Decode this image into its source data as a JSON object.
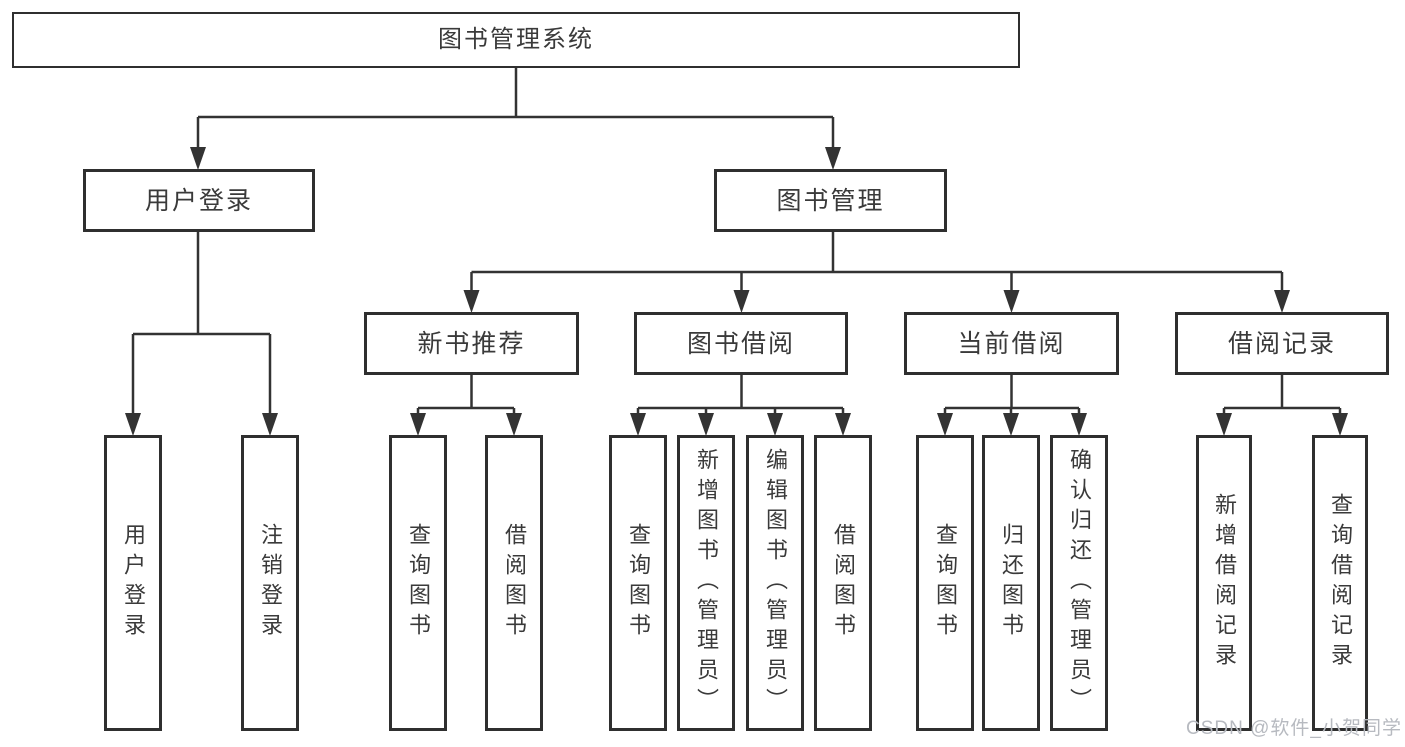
{
  "colors": {
    "line": "#333333",
    "box_border": "#2f2f2f",
    "box_fill": "#ffffff",
    "text": "#3a3a3a",
    "watermark": "#b7bac0"
  },
  "tree": {
    "label": "图书管理系统",
    "children": [
      {
        "label": "用户登录",
        "children": [
          {
            "label": "用户登录"
          },
          {
            "label": "注销登录"
          }
        ]
      },
      {
        "label": "图书管理",
        "children": [
          {
            "label": "新书推荐",
            "children": [
              {
                "label": "查询图书"
              },
              {
                "label": "借阅图书"
              }
            ]
          },
          {
            "label": "图书借阅",
            "children": [
              {
                "label": "查询图书"
              },
              {
                "label": "新增图书（管理员）"
              },
              {
                "label": "编辑图书（管理员）"
              },
              {
                "label": "借阅图书"
              }
            ]
          },
          {
            "label": "当前借阅",
            "children": [
              {
                "label": "查询图书"
              },
              {
                "label": "归还图书"
              },
              {
                "label": "确认归还（管理员）"
              }
            ]
          },
          {
            "label": "借阅记录",
            "children": [
              {
                "label": "新增借阅记录"
              },
              {
                "label": "查询借阅记录"
              }
            ]
          }
        ]
      }
    ]
  },
  "watermark": {
    "text": "CSDN @软件_小贺同学"
  }
}
